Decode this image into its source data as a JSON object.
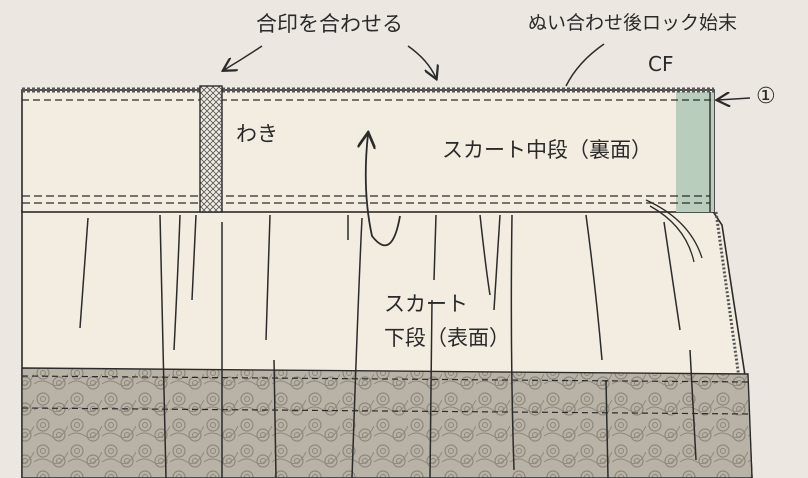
{
  "labels": {
    "align_marks": "合印を合わせる",
    "overlock_after": "ぬい合わせ後ロック始末",
    "center_front": "CF",
    "circled_one": "①",
    "side_seam": "わき",
    "middle_tier": "スカート中段（裏面）",
    "lower_tier_line1": "スカート",
    "lower_tier_line2": "下段（表面）"
  },
  "colors": {
    "background": "#ece8e1",
    "fabric": "#f2ece1",
    "outline": "#2b2b2b",
    "cf_panel": "#b9cdbd",
    "lace_band": "#b9b2a6",
    "lace_pattern": "#8e877c"
  }
}
